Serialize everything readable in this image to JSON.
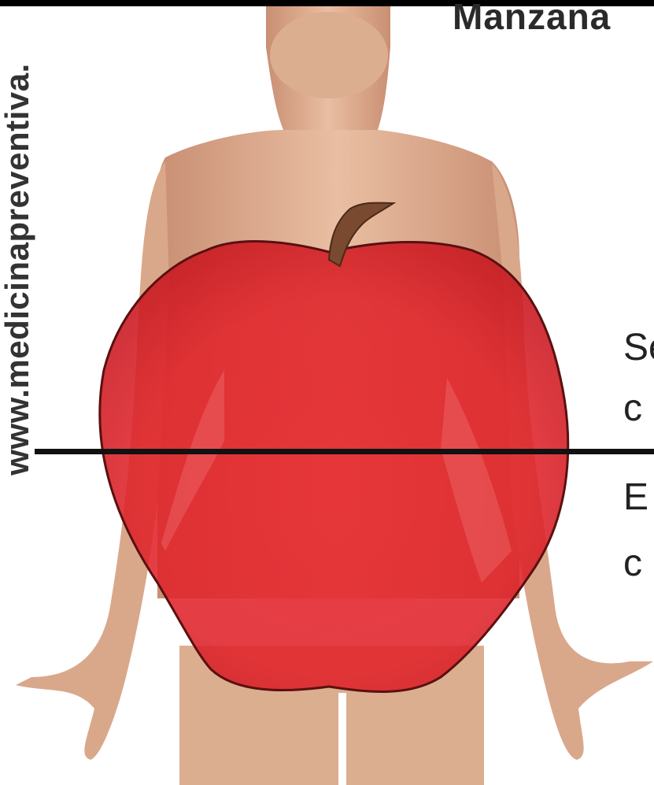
{
  "title": "Manzana",
  "watermark": "www.medicinapreventiva.",
  "side_labels": {
    "upper_line1": "Se",
    "upper_line2": "c",
    "lower_line1": "E",
    "lower_line2": "c"
  },
  "colors": {
    "apple": "#e8242c",
    "skin": "#e2b294",
    "background": "#ffffff"
  }
}
